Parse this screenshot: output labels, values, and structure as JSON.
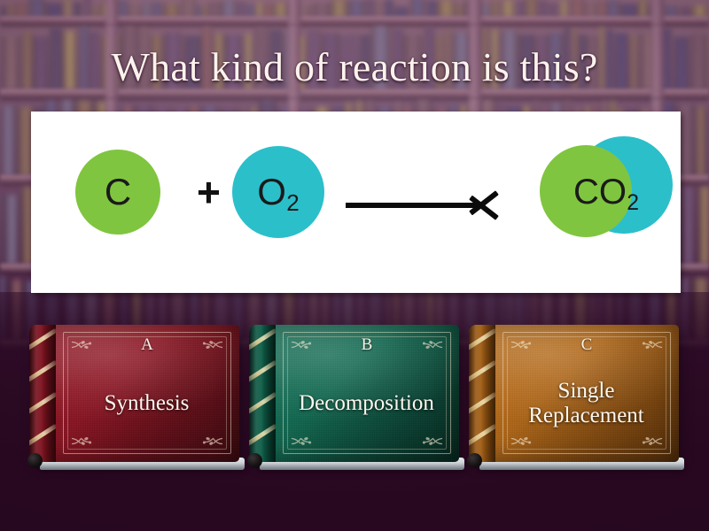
{
  "slide": {
    "title": "What kind of reaction is this?",
    "background": "blurred-library-bookshelf",
    "colors": {
      "wall_top": "#8a6478",
      "wall_bottom": "#2b0923",
      "panel": "#ffffff",
      "title_text": "#fbf3ec"
    }
  },
  "equation": {
    "reactants": [
      {
        "id": "carbon",
        "formula_main": "C",
        "formula_sub": "",
        "circles": [
          {
            "color": "#80c53f",
            "label": "green-circle"
          }
        ]
      },
      {
        "id": "oxygen",
        "formula_main": "O",
        "formula_sub": "2",
        "circles": [
          {
            "color": "#2bbfca",
            "label": "cyan-circle"
          }
        ]
      }
    ],
    "operator": "+",
    "arrow": "yields-arrow",
    "products": [
      {
        "id": "carbon-dioxide",
        "formula_main": "CO",
        "formula_sub": "2",
        "circles": [
          {
            "color": "#2bbfca",
            "label": "cyan-circle"
          },
          {
            "color": "#80c53f",
            "label": "green-circle"
          }
        ]
      }
    ]
  },
  "answers": [
    {
      "letter": "A",
      "label": "Synthesis",
      "cover_color": "#8e1422",
      "cover_color_dark": "#4d0a12",
      "name": "answer-book-a"
    },
    {
      "letter": "B",
      "label": "Decomposition",
      "cover_color": "#116b52",
      "cover_color_dark": "#063226",
      "name": "answer-book-b"
    },
    {
      "letter": "C",
      "label": "Single Replacement",
      "cover_color": "#b56a18",
      "cover_color_dark": "#6d3a09",
      "name": "answer-book-c"
    }
  ]
}
